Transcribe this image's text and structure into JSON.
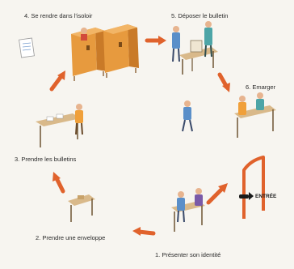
{
  "steps": {
    "step1": "1. Présenter son identité",
    "step2": "2. Prendre une enveloppe",
    "step3": "3. Prendre les bulletins",
    "step4": "4. Se rendre dans l'isoloir",
    "step5": "5. Déposer le bulletin",
    "step6": "6. Emarger"
  },
  "entrance": "ENTRÉE",
  "colors": {
    "arrow": "#e0622c",
    "booth": "#e79a3e",
    "table": "#d9b98a",
    "person_blue": "#5a8fc9",
    "person_teal": "#4da5a7",
    "skin": "#e7b48f"
  }
}
